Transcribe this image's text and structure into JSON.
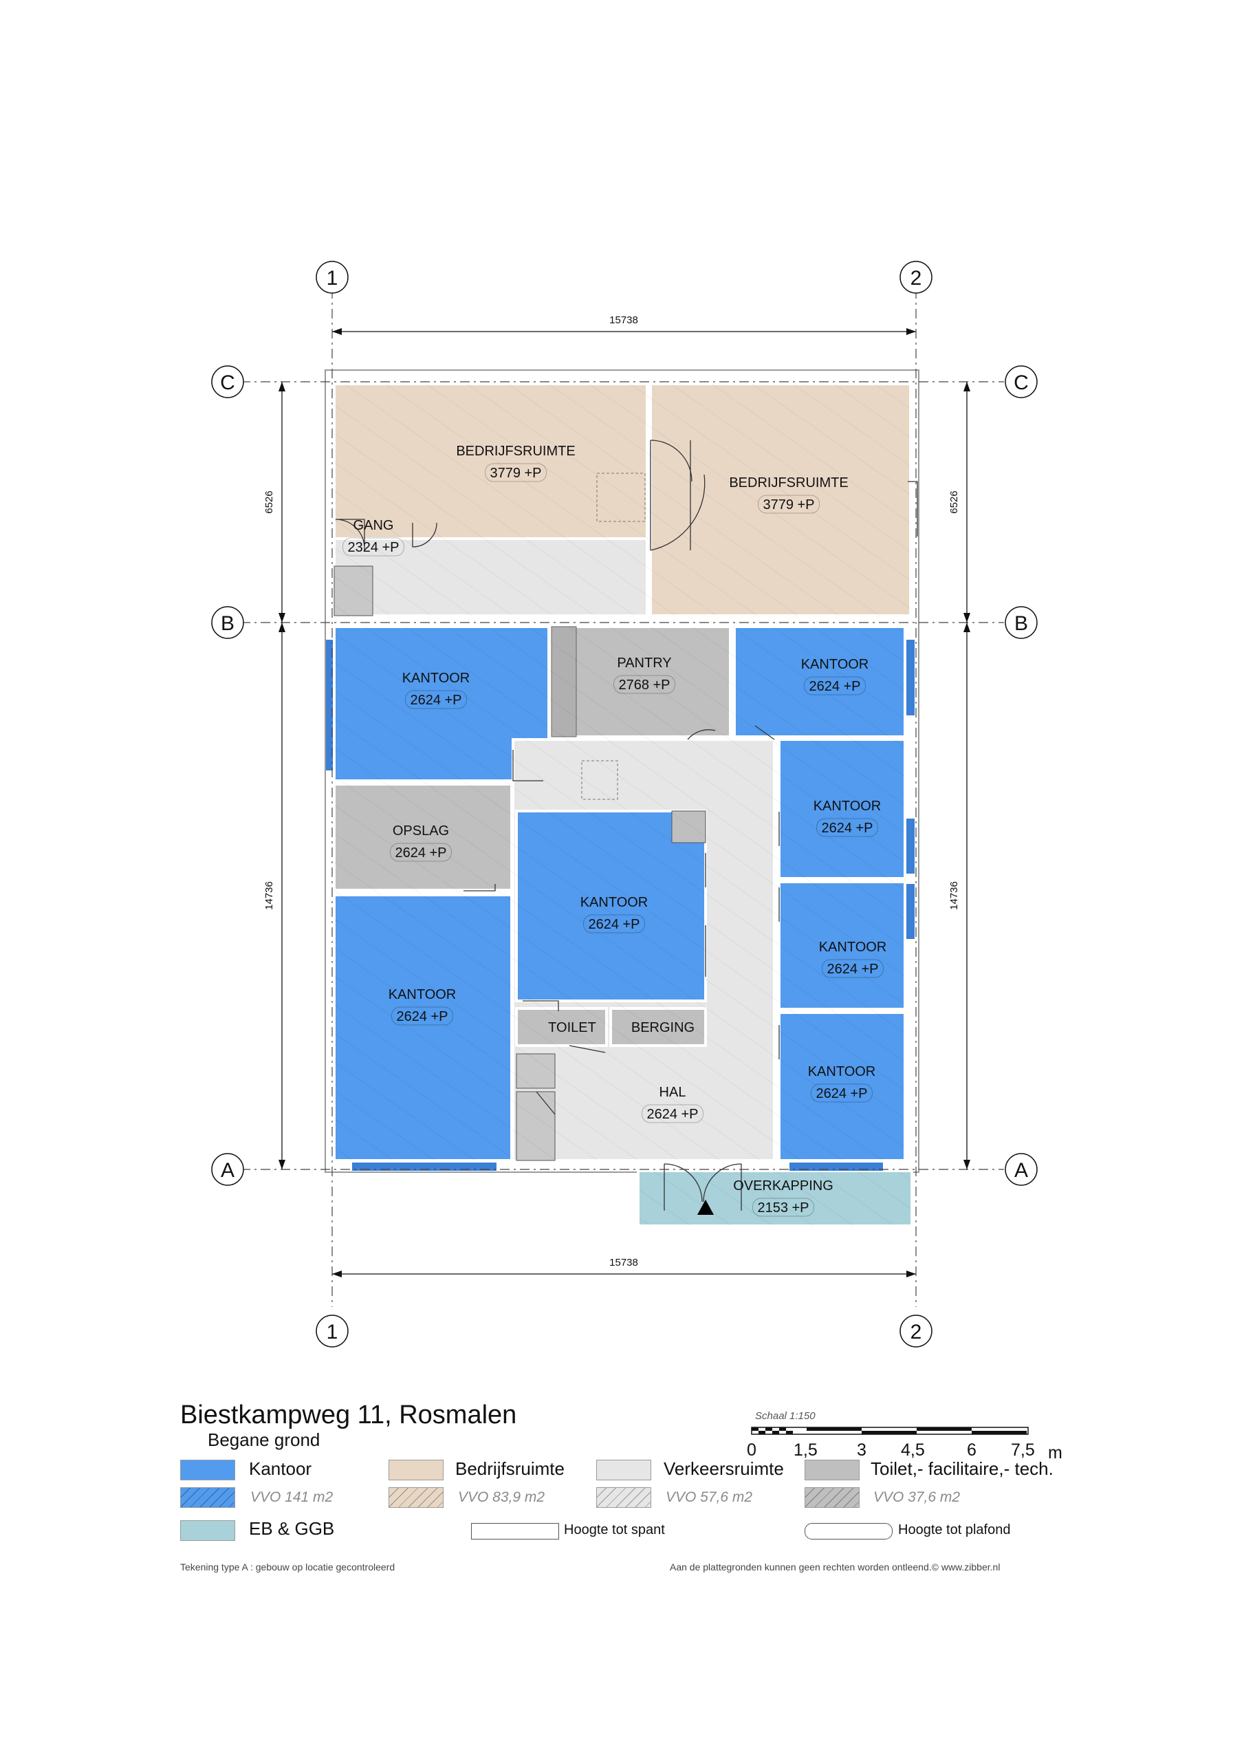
{
  "plan": {
    "grid_labels": {
      "col1": "1",
      "col2": "2",
      "rowA": "A",
      "rowB": "B",
      "rowC": "C"
    },
    "dims": {
      "top": "15738",
      "bottom": "15738",
      "left_upper": "6526",
      "left_lower": "14736",
      "right_upper": "6526",
      "right_lower": "14736"
    },
    "rooms": [
      {
        "id": "bedrijf-1",
        "name": "BEDRIJFSRUIMTE",
        "height": "3779 +P",
        "category": "bedrijfsruimte"
      },
      {
        "id": "bedrijf-2",
        "name": "BEDRIJFSRUIMTE",
        "height": "3779 +P",
        "category": "bedrijfsruimte"
      },
      {
        "id": "gang",
        "name": "GANG",
        "height": "2324 +P",
        "category": "verkeersruimte"
      },
      {
        "id": "kantoor-1",
        "name": "KANTOOR",
        "height": "2624 +P",
        "category": "kantoor"
      },
      {
        "id": "pantry",
        "name": "PANTRY",
        "height": "2768 +P",
        "category": "toilet"
      },
      {
        "id": "kantoor-2",
        "name": "KANTOOR",
        "height": "2624 +P",
        "category": "kantoor"
      },
      {
        "id": "kantoor-3",
        "name": "KANTOOR",
        "height": "2624 +P",
        "category": "kantoor"
      },
      {
        "id": "opslag",
        "name": "OPSLAG",
        "height": "2624 +P",
        "category": "toilet"
      },
      {
        "id": "kantoor-4",
        "name": "KANTOOR",
        "height": "2624 +P",
        "category": "kantoor"
      },
      {
        "id": "kantoor-5",
        "name": "KANTOOR",
        "height": "2624 +P",
        "category": "kantoor"
      },
      {
        "id": "kantoor-6",
        "name": "KANTOOR",
        "height": "2624 +P",
        "category": "kantoor"
      },
      {
        "id": "toilet",
        "name": "TOILET",
        "height": "",
        "category": "toilet"
      },
      {
        "id": "berging",
        "name": "BERGING",
        "height": "",
        "category": "toilet"
      },
      {
        "id": "kantoor-7",
        "name": "KANTOOR",
        "height": "2624 +P",
        "category": "kantoor"
      },
      {
        "id": "hal",
        "name": "HAL",
        "height": "2624 +P",
        "category": "verkeersruimte"
      },
      {
        "id": "overkapping",
        "name": "OVERKAPPING",
        "height": "2153 +P",
        "category": "eb"
      }
    ]
  },
  "colors": {
    "kantoor": "#529bee",
    "bedrijfsruimte": "#e9d7c6",
    "verkeersruimte": "#e6e6e6",
    "toilet": "#bfbfbf",
    "eb": "#a8d1da",
    "wall": "#ffffff",
    "line": "#222222"
  },
  "title": {
    "address": "Biestkampweg 11, Rosmalen",
    "floor": "Begane grond"
  },
  "scale": {
    "label": "Schaal 1:150",
    "ticks": [
      "0",
      "1,5",
      "3",
      "4,5",
      "6",
      "7,5"
    ],
    "unit": "m"
  },
  "legend": {
    "kantoor": {
      "label": "Kantoor",
      "vvo": "VVO 141 m2"
    },
    "bedrijfsruimte": {
      "label": "Bedrijfsruimte",
      "vvo": "VVO 83,9 m2"
    },
    "verkeersruimte": {
      "label": "Verkeersruimte",
      "vvo": "VVO 57,6 m2"
    },
    "toilet": {
      "label": "Toilet,- facilitaire,- tech.",
      "vvo": "VVO 37,6 m2"
    },
    "eb": {
      "label": "EB & GGB"
    },
    "spant": {
      "label": "Hoogte tot spant"
    },
    "plafond": {
      "label": "Hoogte tot plafond"
    }
  },
  "footer": {
    "left": "Tekening type A : gebouw op locatie gecontroleerd",
    "right": "Aan de plattegronden kunnen geen rechten worden ontleend.© www.zibber.nl"
  }
}
